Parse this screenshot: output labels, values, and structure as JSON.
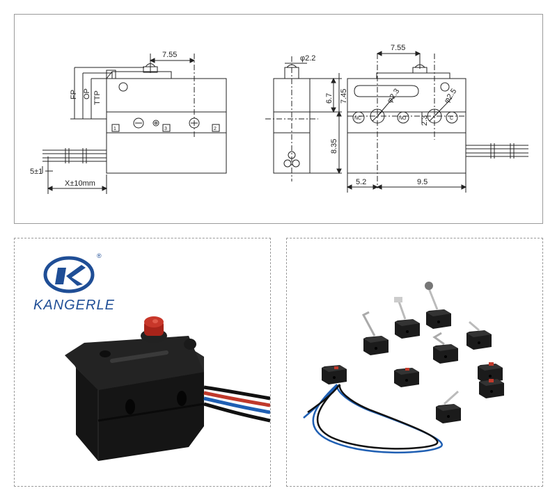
{
  "drawing": {
    "dims": {
      "front_top_width": "7.55",
      "fp": "FP",
      "op": "OP",
      "ttp": "TTP",
      "wire_strip": "5±1",
      "wire_length": "X±10mm",
      "side_height_upper": "6.7",
      "side_height_total": "7.45",
      "side_height_lower": "8.35",
      "side_plunger_dia": "φ2.2",
      "rear_top_width": "7.55",
      "rear_hole_dia_1": "φ2.3",
      "rear_hole_dia_2": "φ2.5",
      "rear_hole_spacing": "2.3",
      "rear_offset_left": "5.2",
      "rear_offset_span": "9.5"
    },
    "terminals": {
      "t1": "1",
      "t3": "3",
      "t2": "2",
      "nc": "NC",
      "no": "NO",
      "c": "C"
    }
  },
  "brand": {
    "name": "KANGERLE",
    "registered_mark": "®",
    "accent_color": "#1f4e96"
  },
  "colors": {
    "switch_body": "#1c1c1c",
    "plunger": "#b8291f",
    "wire_red": "#c0392b",
    "wire_blue": "#1f5fb3",
    "wire_black": "#111111"
  }
}
